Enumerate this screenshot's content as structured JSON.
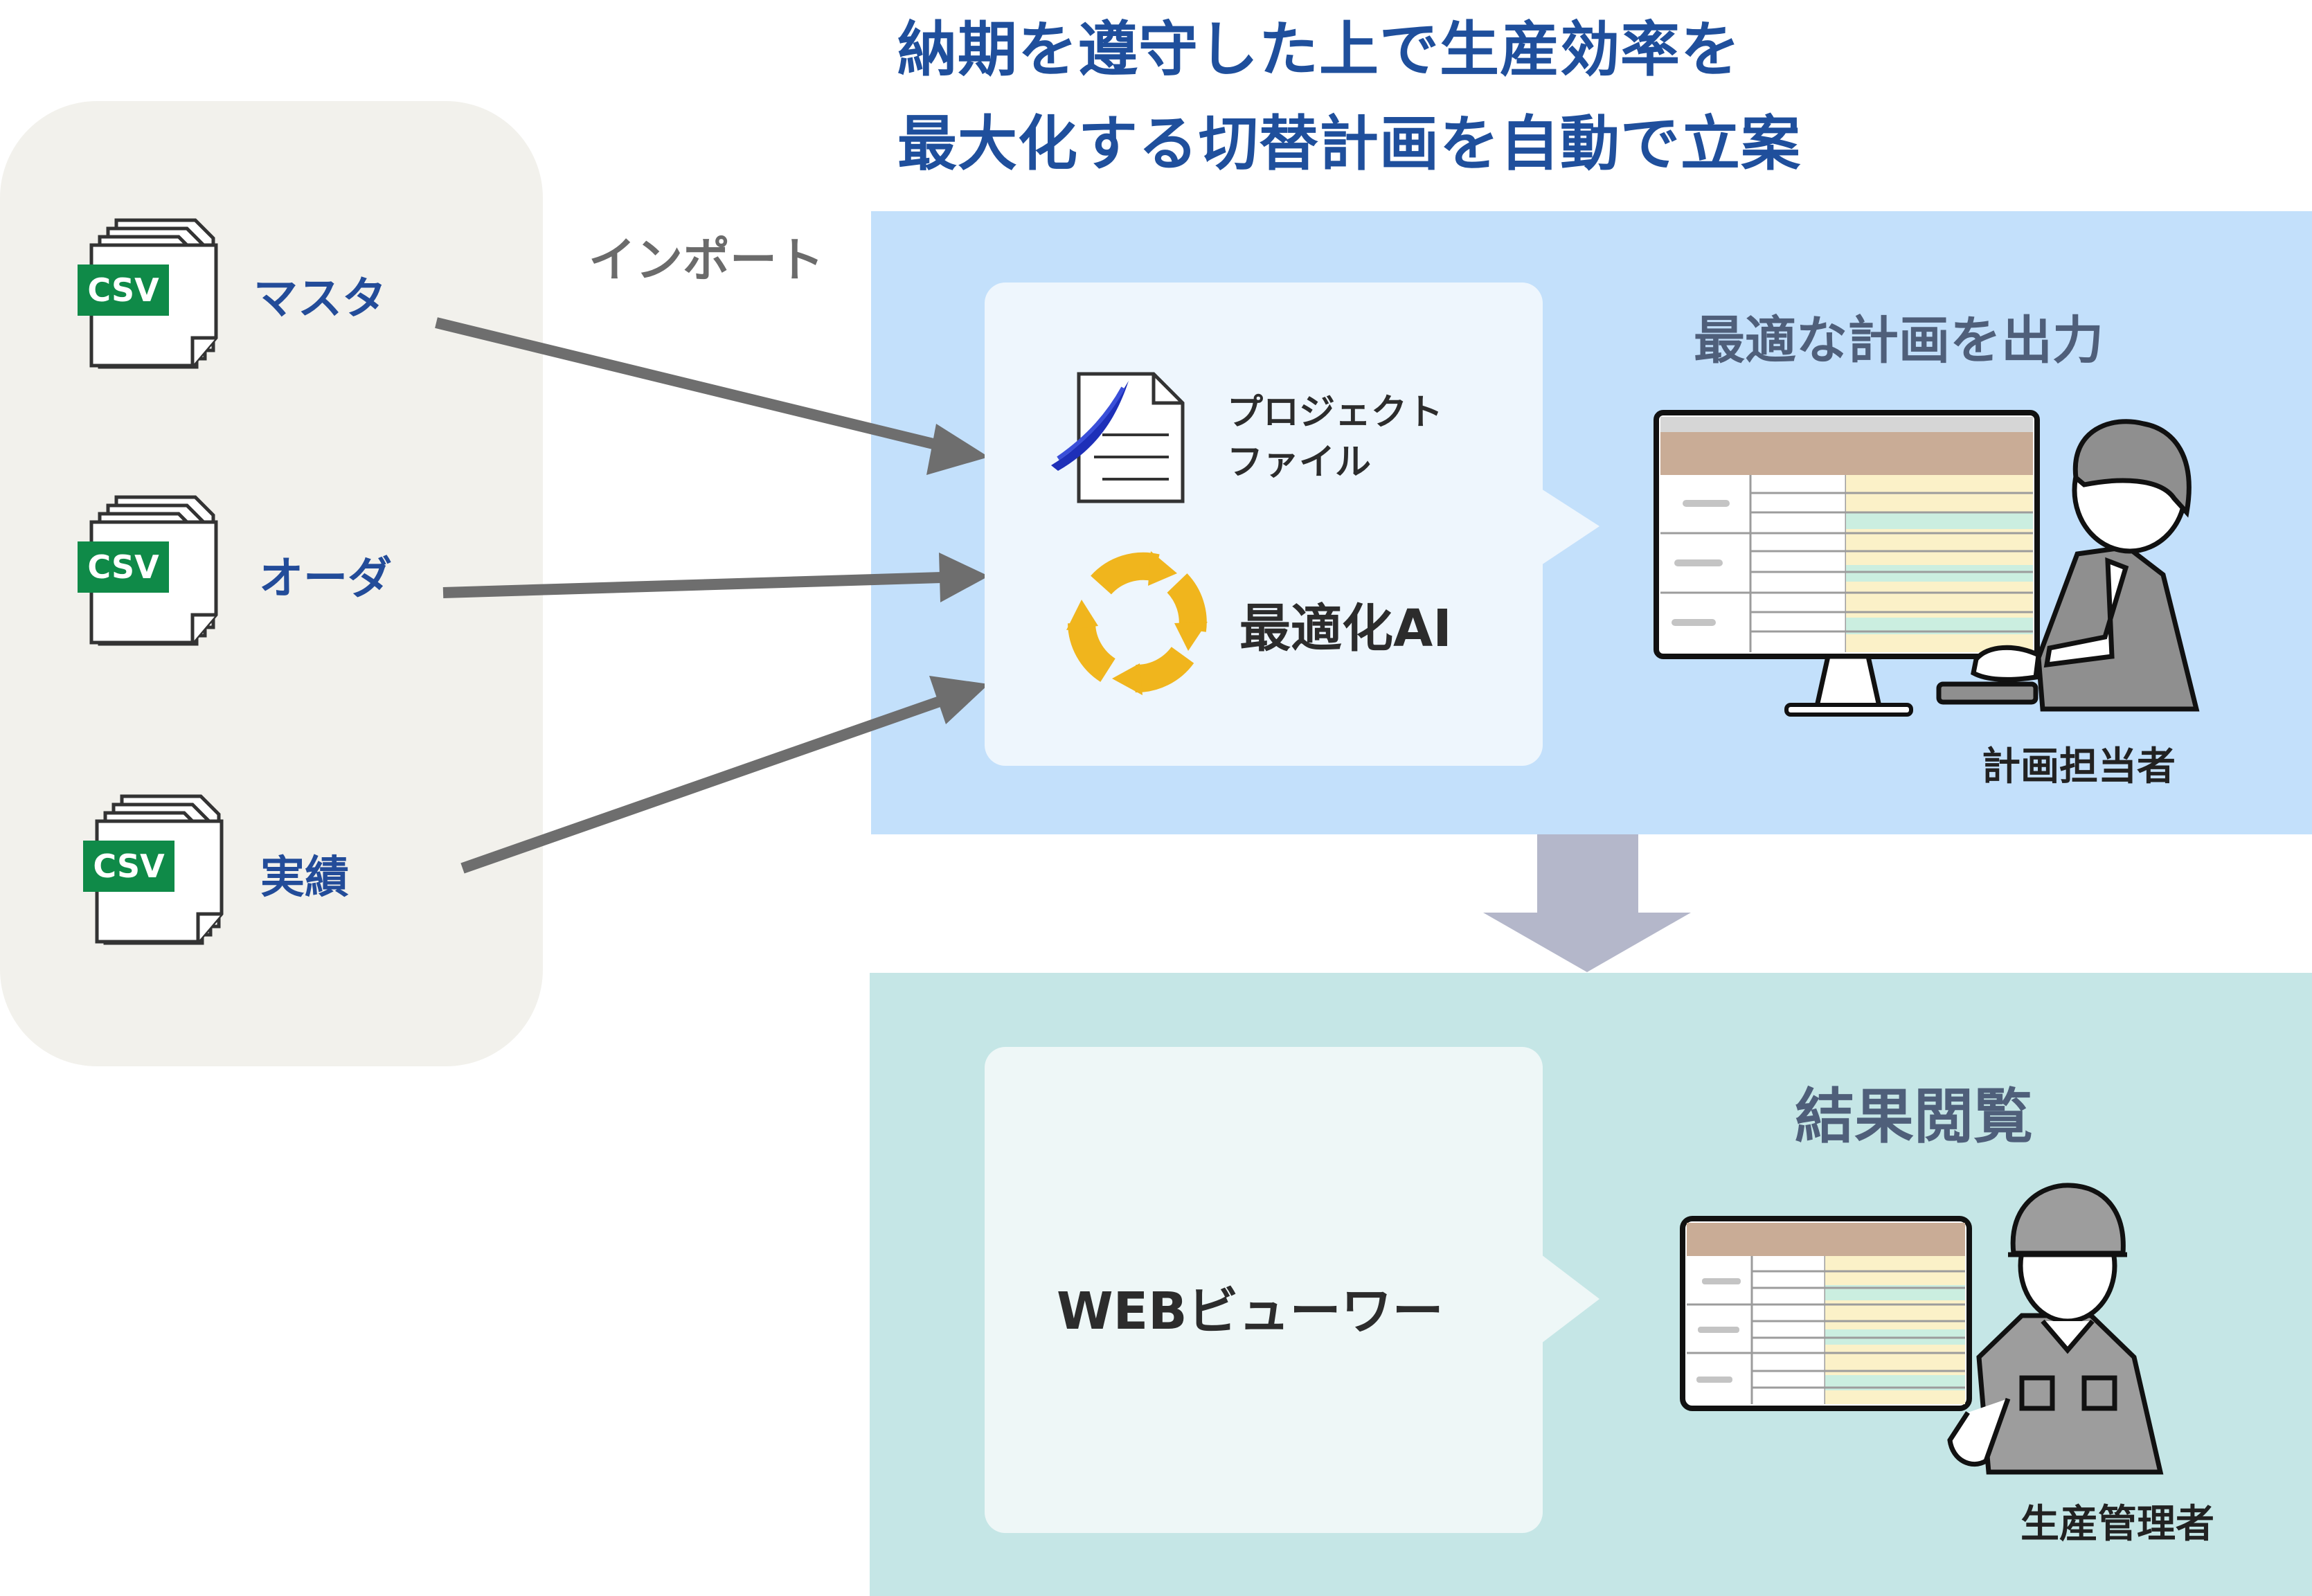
{
  "headline": {
    "line1": "納期を遵守した上で生産効率を",
    "line2": "最大化する切替計画を自動で立案"
  },
  "sources": [
    {
      "badge": "CSV",
      "label": "マスタ"
    },
    {
      "badge": "CSV",
      "label": "オーダ"
    },
    {
      "badge": "CSV",
      "label": "実績"
    }
  ],
  "import_label": "インポート",
  "plan": {
    "project_file_line1": "プロジェクト",
    "project_file_line2": "ファイル",
    "ai_label": "最適化AI",
    "title": "最適な計画を出力",
    "role": "計画担当者"
  },
  "result": {
    "viewer_label": "WEBビューワー",
    "title": "結果閲覧",
    "role": "生産管理者"
  },
  "colors": {
    "headline": "#1f4f9c",
    "csv_green": "#0f8a48",
    "plan_bg": "#c3e0fb",
    "result_bg": "#c5e6e6",
    "ai_ring": "#f0b51d",
    "down_arrow": "#b4b7ca",
    "import_arrow": "#6e6e6e"
  },
  "icons": [
    "csv-file-stack-icon",
    "project-file-icon",
    "ai-cycle-icon",
    "monitor-icon",
    "tablet-icon",
    "planner-person-icon",
    "manager-person-icon"
  ]
}
